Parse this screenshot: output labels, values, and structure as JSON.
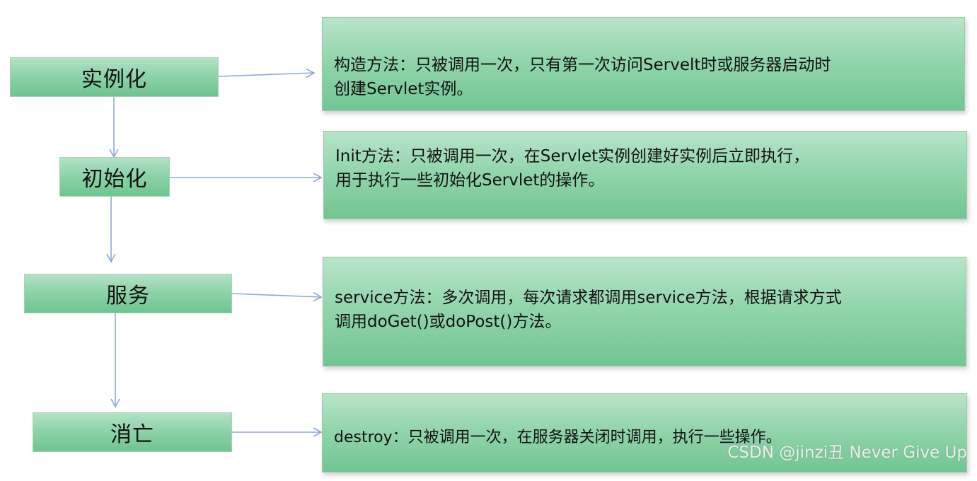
{
  "stages": [
    {
      "id": "instantiate",
      "label": "实例化"
    },
    {
      "id": "init",
      "label": "初始化"
    },
    {
      "id": "service",
      "label": "服务"
    },
    {
      "id": "destroy",
      "label": "消亡"
    }
  ],
  "descriptions": [
    {
      "id": "instantiate",
      "lines": [
        "构造方法：只被调用一次，只有第一次访问Servelt时或服务器启动时",
        "创建Servlet实例。"
      ]
    },
    {
      "id": "init",
      "lines": [
        "Init方法：只被调用一次，在Servlet实例创建好实例后立即执行，",
        "用于执行一些初始化Servlet的操作。"
      ]
    },
    {
      "id": "service",
      "lines": [
        "service方法：多次调用，每次请求都调用service方法，根据请求方式",
        "调用doGet()或doPost()方法。"
      ]
    },
    {
      "id": "destroy",
      "lines": [
        "destroy：只被调用一次，在服务器关闭时调用，执行一些操作。"
      ]
    }
  ],
  "watermark": "CSDN @jinzi丑 Never Give Up",
  "colors": {
    "box_fill_top": "#b4e2c6",
    "box_fill_bottom": "#6fc491",
    "connector": "#8fa8d6"
  }
}
